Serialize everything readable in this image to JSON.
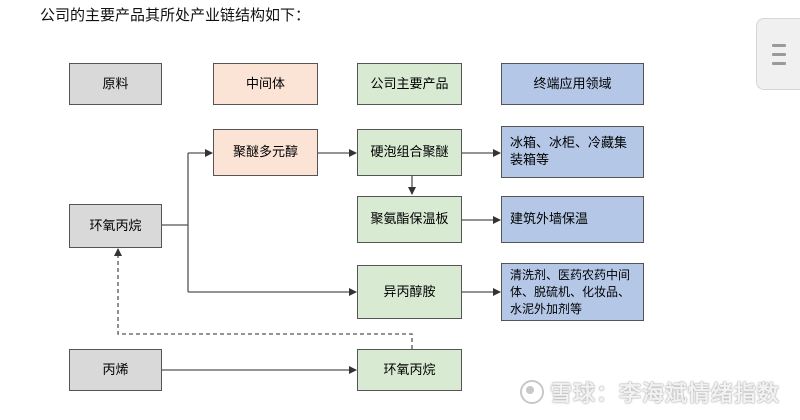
{
  "intro_text": "公司的主要产品其所处产业链结构如下：",
  "headers": {
    "raw": "原料",
    "intermediate": "中间体",
    "products": "公司主要产品",
    "applications": "终端应用领域"
  },
  "nodes": {
    "polyether_polyol": "聚醚多元醇",
    "rigid_foam_polyether": "硬泡组合聚醚",
    "polyurethane_board": "聚氨酯保温板",
    "isopropanolamine": "异丙醇胺",
    "epoxypropane_raw": "环氧丙烷",
    "propylene": "丙烯",
    "epoxypropane_product": "环氧丙烷"
  },
  "applications": {
    "cold_chain": "冰箱、冰柜、冷藏集装箱等",
    "building_insulation": "建筑外墙保温",
    "chemicals": "清洗剂、医药农药中间体、脱硫机、化妆品、水泥外加剂等"
  },
  "colors": {
    "raw": "#d9d9d9",
    "intermediate": "#fbe3d6",
    "products": "#d9ead3",
    "applications": "#b4c7e7"
  },
  "watermark": {
    "logo_icon": "xueqiu-logo-icon",
    "text": "雪球：李海斌情绪指数"
  },
  "side_button_icon": "menu-lines-icon"
}
